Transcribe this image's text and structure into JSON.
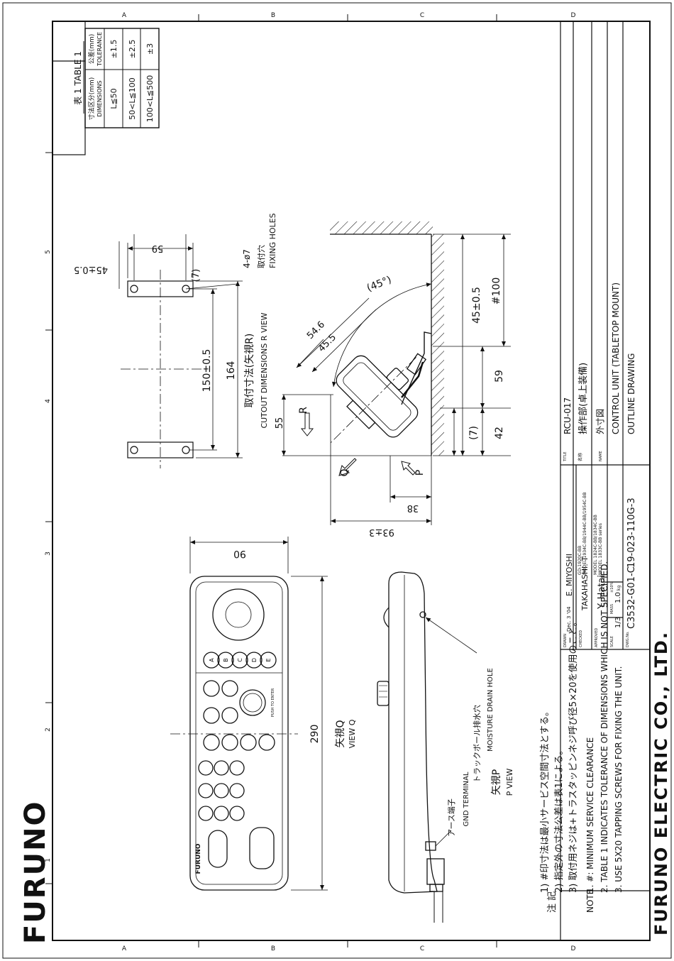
{
  "grid": {
    "letters": [
      "A",
      "B",
      "C",
      "D"
    ],
    "numbers": [
      "1",
      "2",
      "3",
      "4",
      "5"
    ]
  },
  "brand": {
    "logo": "FURUNO",
    "company": "FURUNO ELECTRIC CO., LTD."
  },
  "table1": {
    "title": "表 1 TABLE 1",
    "col_dim_jp": "寸法区分(mm)",
    "col_dim_en": "DIMENSIONS",
    "col_tol_jp": "公差(mm)",
    "col_tol_en": "TOLERANCE",
    "rows": [
      {
        "dim": "L≦50",
        "tol": "±1.5"
      },
      {
        "dim": "50<L≦100",
        "tol": "±2.5"
      },
      {
        "dim": "100<L≦500",
        "tol": "±3"
      }
    ]
  },
  "cutout": {
    "dim_59": "59",
    "dim_45": "45±0.5",
    "dim_7": "(7)",
    "holes_label": "4-ø7",
    "holes_jp": "取付穴",
    "holes_en": "FIXING HOLES",
    "dim_150": "150±0.5",
    "dim_164": "164",
    "view_jp": "取付寸法(矢視R)",
    "view_en": "CUTOUT DIMENSIONS R VIEW",
    "dim_55": "55"
  },
  "side": {
    "angle": "(45°)",
    "dim_546": "54.6",
    "dim_455": "45.5",
    "r_label": "R",
    "q_label": "Q",
    "p_label": "P",
    "dim_100": "#100",
    "dim_45": "45±0.5",
    "dim_59": "59",
    "dim_7": "(7)",
    "dim_42": "42",
    "dim_38": "38",
    "dim_93": "93±3"
  },
  "front": {
    "dim_90": "90",
    "dim_290": "290",
    "view_q_jp": "矢視Q",
    "view_q_en": "VIEW Q",
    "view_p_jp": "矢視P",
    "view_p_en": "P VIEW",
    "drain_jp": "トラックボール排水穴",
    "drain_en": "MOISTURE DRAIN HOLE",
    "gnd_jp": "アース端子",
    "gnd_en": "GND TERMINAL",
    "keys_top": [
      "A",
      "B",
      "C",
      "D",
      "E"
    ],
    "push_label": "PUSH TO ENTER",
    "brand_small": "FURUNO"
  },
  "notes": {
    "jp_label": "注 記",
    "jp": [
      "1) #印寸法は最小サービス空間寸法とする。",
      "2) 指定外の寸法公差は表1による。",
      "3) 取付用ネジは+トラスタッピンネジ呼び径5×20を使用のこと。"
    ],
    "en_label": "NOTE",
    "en": [
      "1. #: MINIMUM SERVICE CLEARANCE",
      "2. TABLE 1 INDICATES TOLERANCE OF DIMENSIONS WHICH IS NOT SPECIFIED.",
      "3. USE 5X20 TAPPING SCREWS FOR FIXING THE UNIT."
    ]
  },
  "titleblock": {
    "drawn_label": "DRAWN",
    "drawn_date": "Dec. 3 '04",
    "drawn_name": "E. MIYOSHI",
    "checked_label": "CHECKED",
    "checked_name": "TAKAHASHI. T",
    "approved_label": "APPROVED",
    "approved_name": "Y. Hatai",
    "scale_label": "SCALE",
    "scale": "1/3",
    "mass_label": "MASS",
    "mass": "1.0",
    "mass_unit": "kg",
    "mass_tol": "±10%",
    "dwg_label": "DWG.No.",
    "dwg_no": "C3532-G01-C",
    "models": [
      "GD-1920C-BB",
      "MODEL 1934C-BB/1944C-BB/1954C-BB",
      "MODEL 1824C-BB/1834C-BB",
      "MODEL 1833C-BB series"
    ],
    "ref_no": "19-023-110G-3",
    "title_label": "TITLE",
    "title": "RCU-017",
    "name_jp_label": "名称",
    "name_jp": "操作部(卓上装備)",
    "name_jp2": "外寸図",
    "name_label": "NAME",
    "name_en": "CONTROL UNIT (TABLETOP MOUNT)",
    "name_en2": "OUTLINE DRAWING"
  }
}
